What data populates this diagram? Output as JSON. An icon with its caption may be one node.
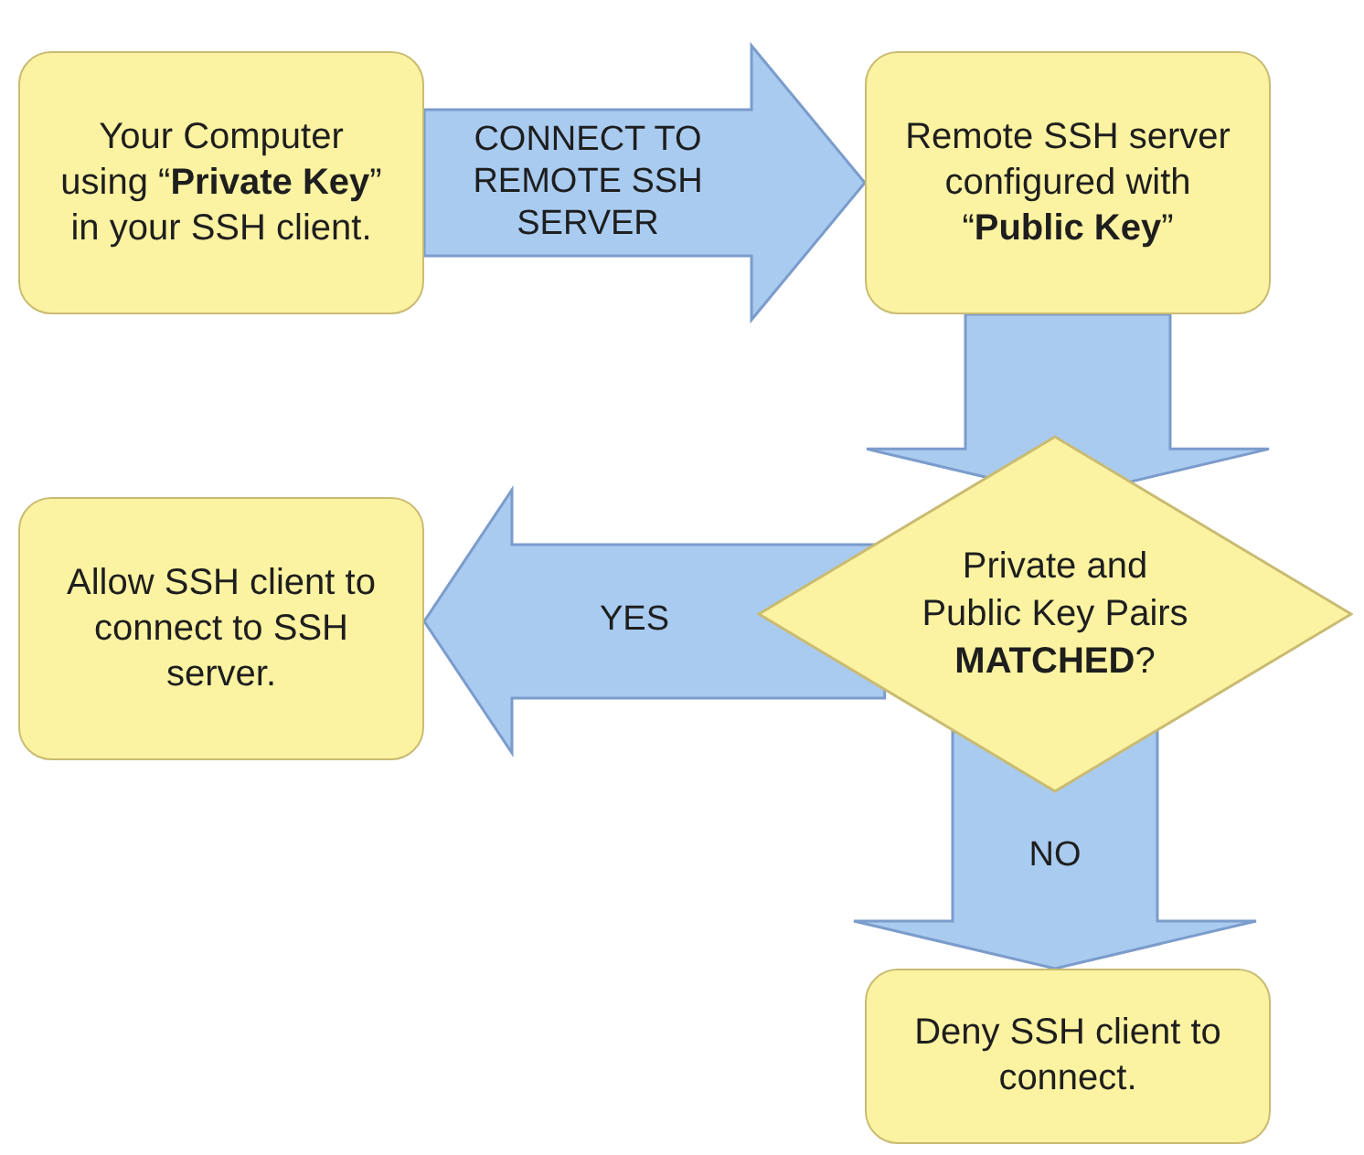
{
  "diagram": {
    "nodes": [
      {
        "text": [
          "Your Computer using “**Private Key**” in your SSH client."
        ]
      },
      {
        "text": [
          "Remote SSH server configured with “**Public Key**”"
        ]
      },
      {
        "text": [
          "Private and Public Key Pairs **MATCHED**?"
        ]
      },
      {
        "text": [
          "Allow SSH client to connect to SSH server."
        ]
      },
      {
        "text": [
          "Deny SSH client to connect."
        ]
      }
    ],
    "edges": [
      {
        "from": 0,
        "to": 1,
        "arrow": "to",
        "label": "CONNECT TO REMOTE SSH SERVER"
      },
      {
        "from": 1,
        "to": 2,
        "arrow": "to"
      },
      {
        "from": 2,
        "to": 3,
        "arrow": "to",
        "label": "YES"
      },
      {
        "from": 2,
        "to": 4,
        "arrow": "to",
        "label": "NO"
      }
    ]
  }
}
